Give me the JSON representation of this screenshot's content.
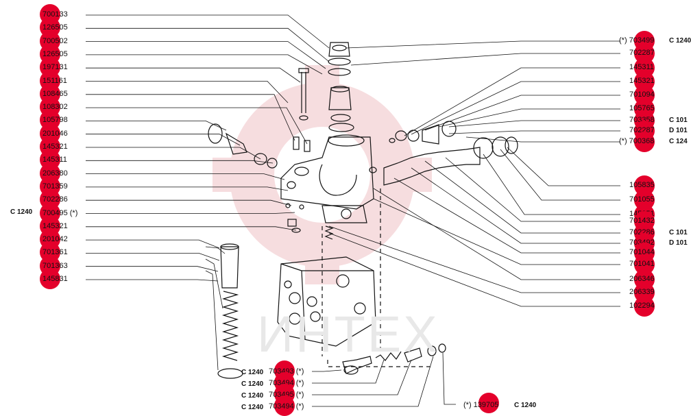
{
  "watermark": {
    "text": "ИНТЕХ",
    "color": "#e7a0a6"
  },
  "colors": {
    "badge": "#e4002b",
    "line": "#111111"
  },
  "left_labels": [
    {
      "text": "700133"
    },
    {
      "text": "126505"
    },
    {
      "text": "700502"
    },
    {
      "text": "126505"
    },
    {
      "text": "197131"
    },
    {
      "text": "151161"
    },
    {
      "text": "108465"
    },
    {
      "text": "108302"
    },
    {
      "text": "105798"
    },
    {
      "text": "201046"
    },
    {
      "text": "145321"
    },
    {
      "text": "145311"
    },
    {
      "text": "206380"
    },
    {
      "text": "701359"
    },
    {
      "text": "702286"
    },
    {
      "text": "700495 (*)"
    },
    {
      "text": "145321"
    },
    {
      "text": "201042"
    },
    {
      "text": "701361"
    },
    {
      "text": "701363"
    },
    {
      "text": "145831"
    }
  ],
  "left_code": "C 1240",
  "right_labels": [
    {
      "text": "(*) 703499",
      "code": "C 1240"
    },
    {
      "text": "702287",
      "code": ""
    },
    {
      "text": "145311",
      "code": ""
    },
    {
      "text": "145321",
      "code": ""
    },
    {
      "text": "701094",
      "code": ""
    },
    {
      "text": "105765",
      "code": ""
    },
    {
      "text": "703358",
      "code": "C 101"
    },
    {
      "text": "702287",
      "code": "D 101"
    },
    {
      "text": "(*) 700368",
      "code": "C 124"
    },
    {
      "text": "105835",
      "code": ""
    },
    {
      "text": "701055",
      "code": ""
    },
    {
      "text": "145351",
      "code": ""
    },
    {
      "text": "701432",
      "code": ""
    },
    {
      "text": "702286",
      "code": "C 101"
    },
    {
      "text": "703492",
      "code": "D 101"
    },
    {
      "text": "701044",
      "code": ""
    },
    {
      "text": "701041",
      "code": ""
    },
    {
      "text": "206346",
      "code": ""
    },
    {
      "text": "206339",
      "code": ""
    },
    {
      "text": "102294",
      "code": ""
    }
  ],
  "bottom_labels": [
    {
      "code": "C 1240",
      "text": "703493 (*)"
    },
    {
      "code": "C 1240",
      "text": "703494 (*)"
    },
    {
      "code": "C 1240",
      "text": "703495 (*)"
    },
    {
      "code": "C 1240",
      "text": "703494 (*)"
    },
    {
      "code": "C 1240",
      "text": "(*) 139705"
    }
  ]
}
